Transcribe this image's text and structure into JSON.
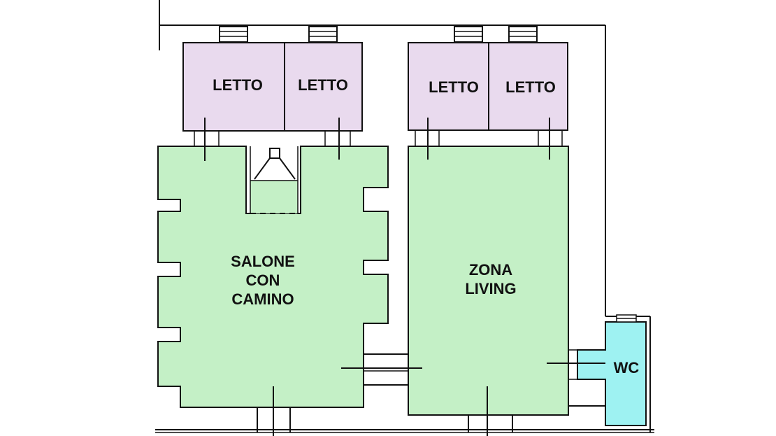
{
  "colors": {
    "bedroom": "#e9daee",
    "living": "#c4f0c6",
    "wc": "#9ef2f2",
    "wall": "#111111",
    "background": "#ffffff"
  },
  "rooms": {
    "letto_1": "LETTO",
    "letto_2": "LETTO",
    "letto_3": "LETTO",
    "letto_4": "LETTO",
    "salone": [
      "SALONE",
      "CON",
      "CAMINO"
    ],
    "zona_living": [
      "ZONA",
      "LIVING"
    ],
    "wc": "WC"
  }
}
